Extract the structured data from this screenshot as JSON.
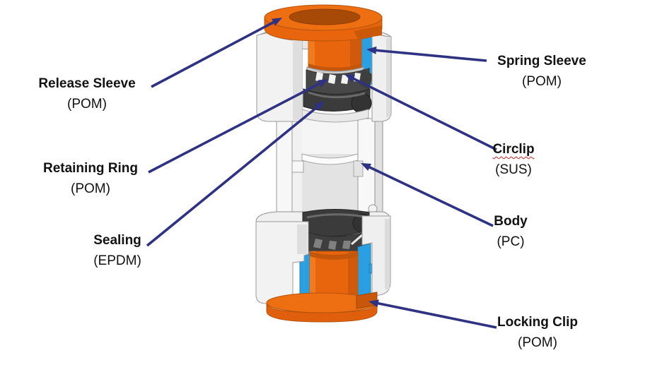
{
  "labels": {
    "release_sleeve": {
      "name": "Release Sleeve",
      "material": "(POM)"
    },
    "spring_sleeve": {
      "name": "Spring Sleeve",
      "material": "(POM)"
    },
    "retaining_ring": {
      "name": "Retaining Ring",
      "material": "(POM)"
    },
    "circlip": {
      "name": "Circlip",
      "material": "(SUS)"
    },
    "sealing": {
      "name": "Sealing",
      "material": "(EPDM)"
    },
    "body": {
      "name": "Body",
      "material": "(PC)"
    },
    "locking_clip": {
      "name": "Locking Clip",
      "material": "(POM)"
    }
  },
  "colors": {
    "arrow": "#2F3183",
    "orange": "#E8650E",
    "orange_dark": "#C3560A",
    "blue": "#2AA0E2",
    "body_white": "#F2F2F2",
    "dark_ring": "#3B3B3B",
    "text": "#121212",
    "misspell_underline": "#CC2222"
  }
}
